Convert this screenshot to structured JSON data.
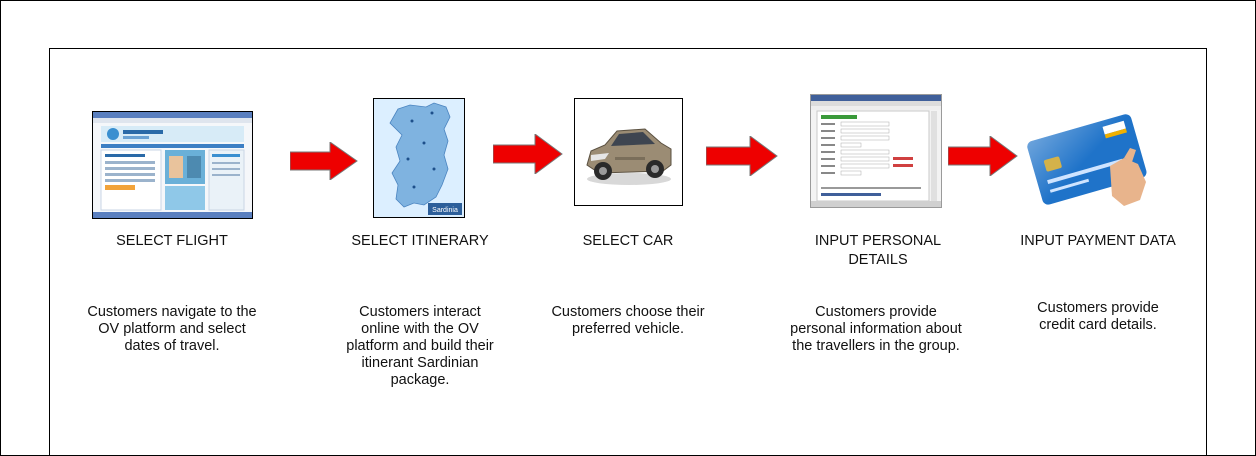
{
  "steps": [
    {
      "title": "SELECT FLIGHT",
      "description": "Customers navigate to the OV platform and select dates of travel.",
      "image": "website-screenshot"
    },
    {
      "title": "SELECT ITINERARY",
      "description": "Customers interact online with the OV platform and build their itinerant Sardinian package.",
      "image": "sardinia-map",
      "image_caption": "Sardinia"
    },
    {
      "title": "SELECT CAR",
      "description": "Customers choose their preferred vehicle.",
      "image": "car-photo"
    },
    {
      "title": "INPUT PERSONAL DETAILS",
      "description": "Customers provide personal information about the travellers in the group.",
      "image": "form-screenshot"
    },
    {
      "title": "INPUT PAYMENT DATA",
      "description": "Customers provide credit card details.",
      "image": "credit-card-photo"
    }
  ],
  "arrows": [
    "right-arrow-icon",
    "right-arrow-icon",
    "right-arrow-icon",
    "right-arrow-icon"
  ],
  "colors": {
    "arrow_fill": "#ee0000",
    "arrow_stroke": "#777777",
    "card_blue": "#1f73c9",
    "map_blue": "#7fb3e0"
  }
}
